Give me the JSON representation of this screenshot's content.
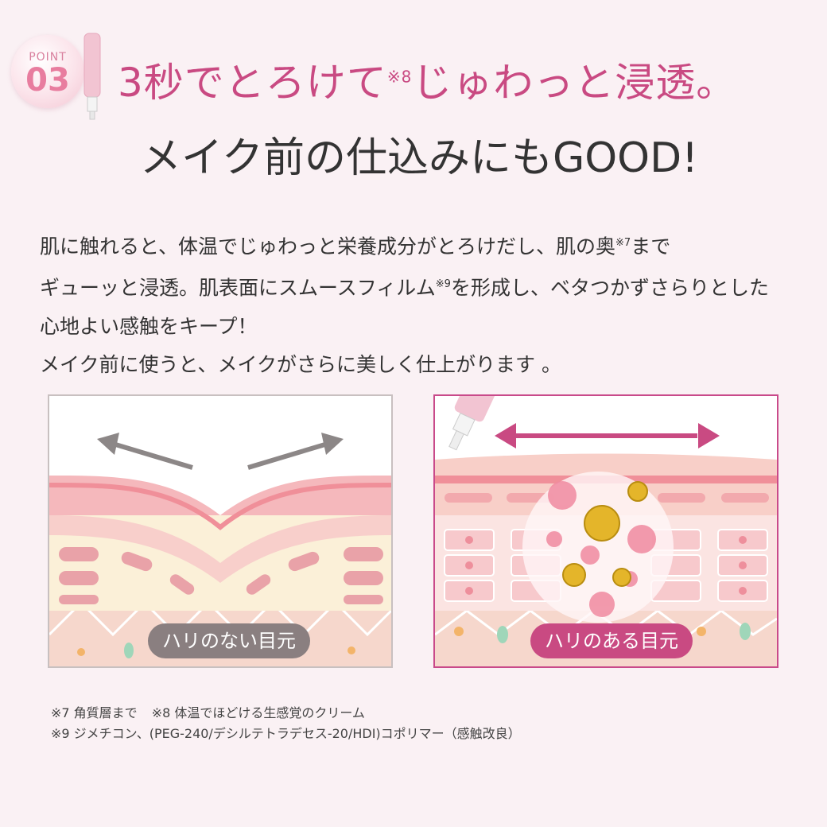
{
  "badge": {
    "label": "POINT",
    "number": "03"
  },
  "headline": {
    "line1_a": "3秒でとろけて",
    "line1_sup": "※8",
    "line1_b": "じゅわっと浸透。",
    "line2": "メイク前の仕込みにもGOOD!"
  },
  "body": {
    "line1_a": "肌に触れると、体温でじゅわっと栄養成分がとろけだし、肌の奥",
    "line1_sup": "※7",
    "line1_b": "まで",
    "line2_a": "ギューッと浸透。肌表面にスムースフィルム",
    "line2_sup": "※9",
    "line2_b": "を形成し、ベタつかずさらりとした",
    "line3": "心地よい感触をキープ！",
    "line4": "メイク前に使うと、メイクがさらに美しく仕上がります 。"
  },
  "panels": {
    "left_label": "ハリのない目元",
    "right_label": "ハリのある目元"
  },
  "footnotes": {
    "note7": "※7 角質層まで",
    "note8": "※8 体温でほどける生感覚のクリーム",
    "note9": "※9 ジメチコン、(PEG-240/デシルテトラデセス-20/HDI)コポリマー（感触改良）"
  },
  "colors": {
    "accent": "#c94a82",
    "badge_number": "#e87d9f",
    "background": "#faf1f4",
    "grey_label": "#8a7f80"
  }
}
